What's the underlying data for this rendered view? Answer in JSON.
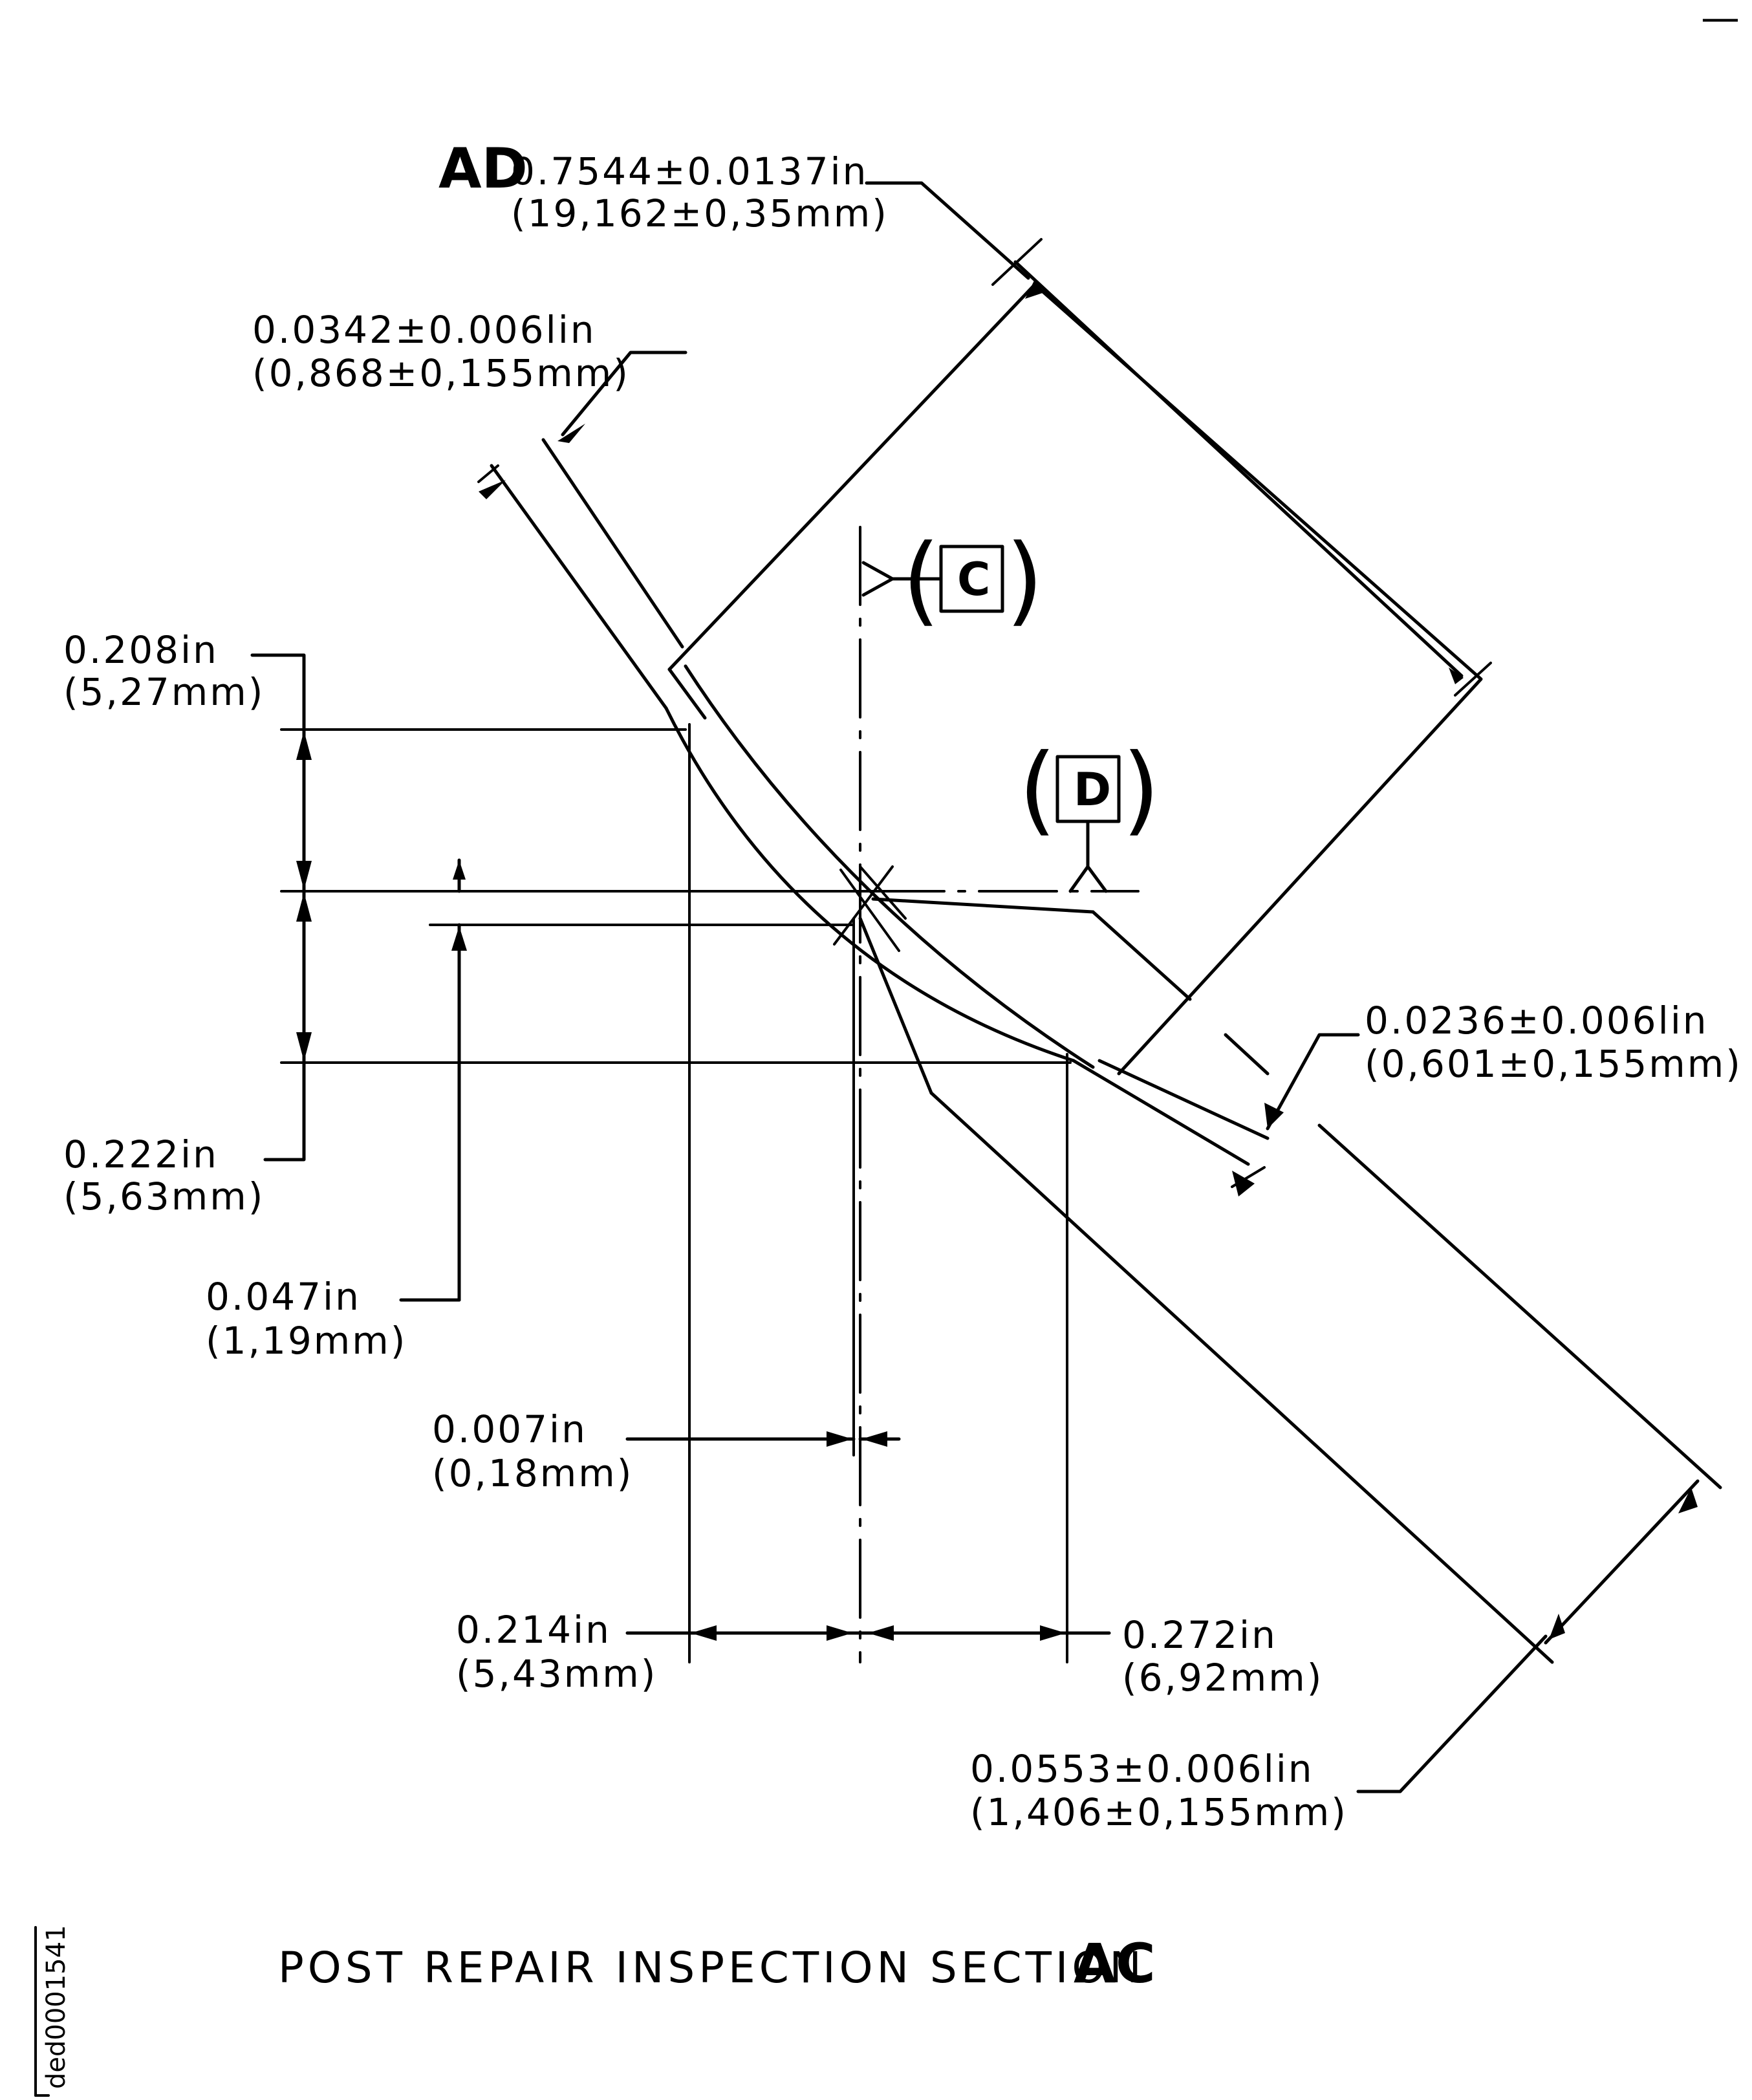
{
  "view": {
    "caption": "POST REPAIR INSPECTION SECTION",
    "section_letter": "AC",
    "document_id": "ded0001541"
  },
  "callouts": {
    "ad": {
      "label": "AD",
      "inch": "0.7544±0.0137in",
      "mm": "(19,162±0,35mm)"
    },
    "thickness_top": {
      "inch": "0.0342±0.006lin",
      "mm": "(0,868±0,155mm)"
    },
    "thickness_right": {
      "inch": "0.0236±0.006lin",
      "mm": "(0,601±0,155mm)"
    },
    "thickness_bottom": {
      "inch": "0.0553±0.006lin",
      "mm": "(1,406±0,155mm)"
    },
    "v_0208": {
      "inch": "0.208in",
      "mm": "(5,27mm)"
    },
    "v_0222": {
      "inch": "0.222in",
      "mm": "(5,63mm)"
    },
    "v_0047": {
      "inch": "0.047in",
      "mm": "(1,19mm)"
    },
    "h_0007": {
      "inch": "0.007in",
      "mm": "(0,18mm)"
    },
    "h_0214": {
      "inch": "0.214in",
      "mm": "(5,43mm)"
    },
    "h_0272": {
      "inch": "0.272in",
      "mm": "(6,92mm)"
    }
  },
  "datums": {
    "c": {
      "letter": "C",
      "open": "(",
      "close": ")"
    },
    "d": {
      "letter": "D",
      "open": "(",
      "close": ")"
    }
  },
  "corner_mark": "—"
}
